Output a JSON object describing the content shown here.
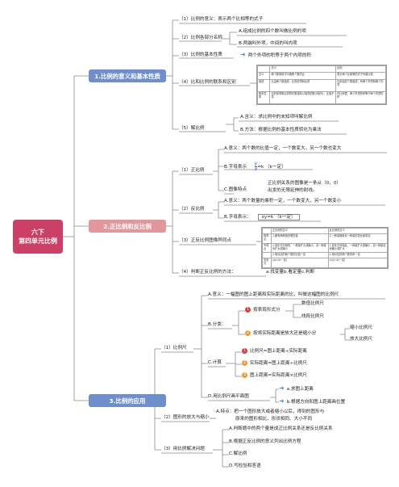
{
  "root": {
    "line1": "六下",
    "line2": "第四单元比例"
  },
  "colors": {
    "root": "#cb4064",
    "section_blue": "#6e8fcc",
    "section_pink": "#e1979b",
    "line": "#8a8a8a"
  },
  "sections": {
    "s1": {
      "title": "1.比例的意义和基本性质",
      "items": {
        "i1": "（1）比例的意义：表示两个比相等的式子",
        "i2": "（2）比例各部分名称",
        "i2a": "A.组成比例的四个数叫做比例的项",
        "i2b": "B.两端叫外项，中间的叫内项",
        "i3": "（3）比例的基本性质",
        "i3a": "两个外项的积等于两个内项的积",
        "i4": "（4）比和比例的联系和区别",
        "i5": "（5）解比例",
        "i5a": "A.含义：求比例中的未知项叫解比例",
        "i5b": "B.方法：根据比例的基本性质转化为乘法"
      },
      "table": {
        "head": [
          "",
          "意义",
          "区别"
        ],
        "rows": [
          [
            "意义",
            "两个数相除又叫做两个数的比",
            "表示两个比相等的式子叫做比例"
          ],
          [
            "组成",
            "比由两个数组成，比的前项和后项",
            "比例由四个数组成，有两个外项和两个内项"
          ],
          [
            "基本性质",
            "比的前项和后项同时乘或除以相同的数(0除外)，比值不变",
            "在比例里，两个外项的积等于两个内项的积"
          ]
        ]
      }
    },
    "s2": {
      "title": "2.正比例和反比例",
      "items": {
        "i1": "（1）正比例",
        "i1a": "A.意义：两个数的比值一定，一个数变大，另一个数也变大",
        "i1b": "B.字母表示",
        "i1b_num": "y",
        "i1b_den": "x",
        "i1b_rest": "=k   （k一定）",
        "i1c": "C.图像特点",
        "i1c_1": "正比例关系的图像是一条从（0，0）",
        "i1c_2": "出发的无限延伸的射线。",
        "i2": "（2）反比例",
        "i2a": "A.意义：两个数量的乘积一定，一个数变大，另一个数变小",
        "i2b": "B.字母表示：",
        "i2b_formula": "xy=k （k一定）",
        "i3": "（3）正反比例图像异同点",
        "i4": "（4）判断正反比例的方法：",
        "i4a": "a.找变量b.看定量c.判断"
      },
      "table": {
        "head": [
          "",
          "正比例的意义",
          "反比例的意义"
        ],
        "rows": [
          [
            "相同点",
            "1.都有两种相关联的量",
            "2.一种量随着另一种量的变化而变化"
          ],
          [
            "不同点",
            "1.变化方向相同，一种量扩大或缩小，另一种量也扩大或缩小",
            "1.变化方向相反，一种量扩大或缩小，另一种量反而缩小或扩大"
          ],
          [
            "",
            "2.相对应的两个数的比值一定",
            "2.相对应的两个数的积一定"
          ],
          [
            "关系式",
            "y/x=k(一定)",
            "x×y=k(一定)"
          ]
        ]
      }
    },
    "s3": {
      "title": "3.比例的应用",
      "items": {
        "i1": "（1）比例尺",
        "i1a": "A.意义：一幅图的图上距离和实际距离的比，叫做这幅图的比例尺",
        "i1b": "B.分类：",
        "i1b1": "按表现形式分",
        "i1b1a": "数值比例尺",
        "i1b1b": "线段比例尺",
        "i1b2": "按将实际距离是放大还是缩小分",
        "i1b2a": "缩小比例尺",
        "i1b2b": "放大比例尺",
        "i1c": "C.计算",
        "i1c1": "比例尺=图上距离÷实际距离",
        "i1c2": "实际距离=图上距离÷比例尺",
        "i1c3": "图上距离=实际距离×比例尺",
        "i1d": "D.用比例尺画平面图",
        "i1d1": "a.求图上距离",
        "i1d2": "b.根据方向和图上距离画位置",
        "i2": "（2）图形的放大与缩小",
        "i2a_1": "A.特点：把一个图形放大或者缩小以后，得到的图形与",
        "i2a_2": "原来的图形相比，形状相同、大小不同",
        "i3": "（3）用比例解决问题",
        "i3a": "A.判断题中的两个量是成正比例关系还是反比例关系",
        "i3b": "B.根据正反比例的意义列出比例方程",
        "i3c": "C.解比例",
        "i3d": "D.写检验和答语"
      },
      "badges": {
        "one": "1",
        "two": "2",
        "three": "3"
      }
    }
  }
}
